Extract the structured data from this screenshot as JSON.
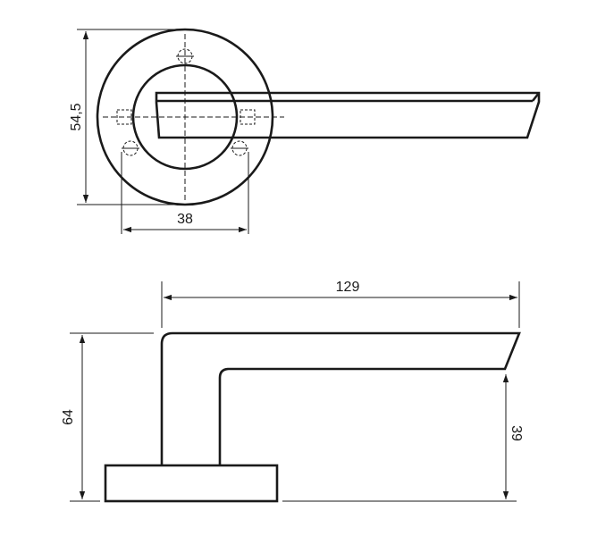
{
  "dimensions": {
    "rose_diameter": "54,5",
    "screw_spacing": "38",
    "lever_length": "129",
    "overall_height": "64",
    "lever_height": "39"
  }
}
